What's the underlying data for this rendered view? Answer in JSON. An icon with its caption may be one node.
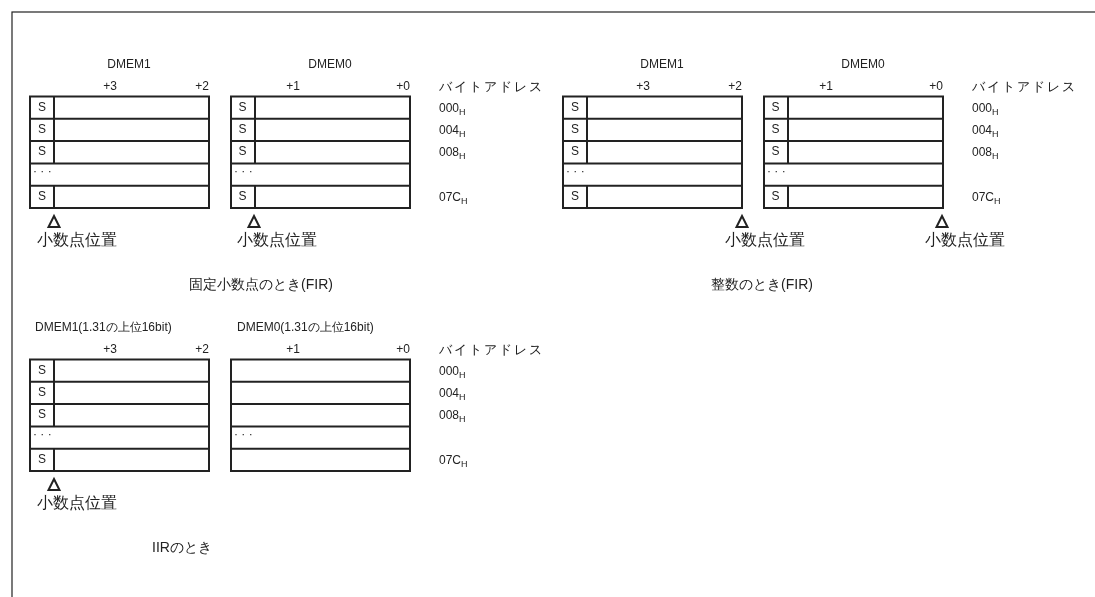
{
  "diagram": {
    "labels": [
      "DMEM1",
      "DMEM0",
      "+3",
      "+2",
      "+1",
      "+0",
      "バイトアドレス",
      "S",
      "S",
      "000$_{H}$",
      "S",
      "S",
      "004$_{H}$",
      "S",
      "S",
      "008$_{H}$",
      "· · ·",
      "· · ·",
      "S",
      "S",
      "07C$_{H}$",
      "小数点位置",
      "小数点位置",
      "固定小数点のとき(FIR)",
      "DMEM1",
      "DMEM0",
      "+3",
      "+2",
      "+1",
      "+0",
      "バイトアドレス",
      "S",
      "S",
      "000$_{H}$",
      "S",
      "S",
      "004$_{H}$",
      "S",
      "S",
      "008$_{H}$",
      "· · ·",
      "· · ·",
      "S",
      "S",
      "07C$_{H}$",
      "小数点位置",
      "小数点位置",
      "整数のとき(FIR)",
      "DMEM1(1.31の上位16bit)",
      "DMEM0(1.31の上位16bit)",
      "+3",
      "+2",
      "+1",
      "+0",
      "バイトアドレス",
      "S",
      "000$_{H}$",
      "S",
      "004$_{H}$",
      "S",
      "008$_{H}$",
      "· · ·",
      "· · ·",
      "S",
      "07C$_{H}$",
      "小数点位置",
      "IIRのとき"
    ]
  }
}
